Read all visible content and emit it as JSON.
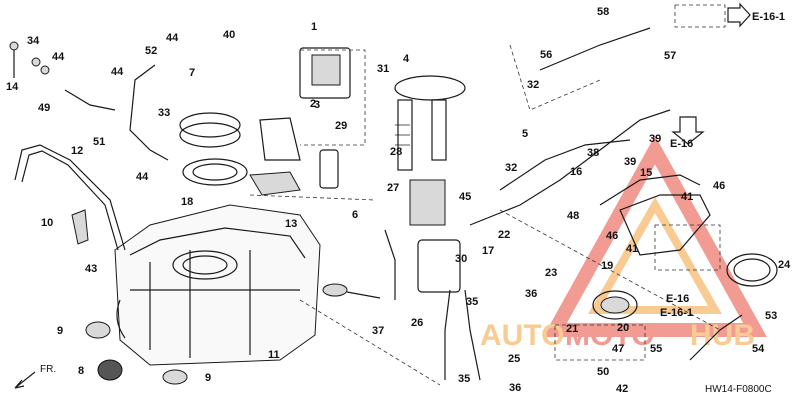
{
  "diagram_code": "HW14-F0800C",
  "references": {
    "e16_1_top": "E-16-1",
    "e16_top": "E-16",
    "e16_mid": "E-16",
    "e16_1_mid": "E-16-1"
  },
  "watermark": {
    "text_a": "AUTO",
    "text_b": "MOTO",
    "text_c": "HUB",
    "color_red": "#e84a3a",
    "color_orange": "#f2a23a"
  },
  "callouts": {
    "c1": "1",
    "c2": "2",
    "c3": "3",
    "c4": "4",
    "c5": "5",
    "c6": "6",
    "c7": "7",
    "c8": "8",
    "c9a": "9",
    "c9b": "9",
    "c10": "10",
    "c11": "11",
    "c12": "12",
    "c13": "13",
    "c14": "14",
    "c15": "15",
    "c16": "16",
    "c17": "17",
    "c18": "18",
    "c19": "19",
    "c20": "20",
    "c21": "21",
    "c22": "22",
    "c23": "23",
    "c24": "24",
    "c25": "25",
    "c26": "26",
    "c27": "27",
    "c28": "28",
    "c29": "29",
    "c30": "30",
    "c31": "31",
    "c32a": "32",
    "c32b": "32",
    "c33": "33",
    "c34": "34",
    "c35a": "35",
    "c35b": "35",
    "c36a": "36",
    "c36b": "36",
    "c37": "37",
    "c38": "38",
    "c39a": "39",
    "c39b": "39",
    "c40": "40",
    "c41a": "41",
    "c41b": "41",
    "c42": "42",
    "c43": "43",
    "c44a": "44",
    "c44b": "44",
    "c44c": "44",
    "c44d": "44",
    "c45": "45",
    "c46a": "46",
    "c46b": "46",
    "c47": "47",
    "c48": "48",
    "c49": "49",
    "c50": "50",
    "c51": "51",
    "c52": "52",
    "c53": "53",
    "c54": "54",
    "c55": "55",
    "c56": "56",
    "c57": "57",
    "c58": "58",
    "fr": "FR."
  }
}
